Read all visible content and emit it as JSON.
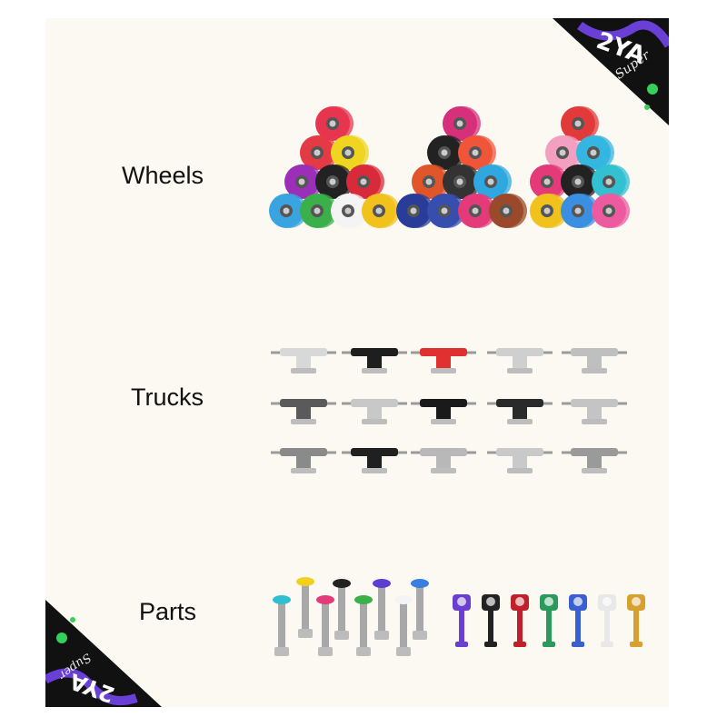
{
  "sections": {
    "wheels": {
      "label": "Wheels"
    },
    "trucks": {
      "label": "Trucks"
    },
    "parts": {
      "label": "Parts"
    }
  },
  "brand_corner": {
    "text_a": "2YA",
    "text_b": "Super"
  },
  "colors": {
    "panel_bg": "#fcf9f2",
    "corner_bg": "#111111",
    "corner_accent_purple": "#6a3fd6",
    "corner_accent_green": "#35d05a"
  },
  "wheel_colors": {
    "pyramid_1": [
      "#e8354f",
      "#e43a45",
      "#f0d520",
      "#9b2fb8",
      "#222222",
      "#d82a3a",
      "#3aa4e0",
      "#3bb04a",
      "#f4f4f4",
      "#f2c21c",
      "#e5336d"
    ],
    "pyramid_2": [
      "#d6307a",
      "#222222",
      "#f0553a",
      "#e0562a",
      "#333333",
      "#2fa8e0",
      "#2a3c9a",
      "#364fae",
      "#e53a7a",
      "#9a4a2a"
    ],
    "pyramid_3": [
      "#e23a3a",
      "#f3a0c0",
      "#33b6e0",
      "#e53a7a",
      "#222222",
      "#33c0d0",
      "#f2c21c",
      "#3a8fe0",
      "#ee5aa0"
    ]
  },
  "truck_colors": [
    "#d8d8d8",
    "#1e1e1e",
    "#e03030",
    "#cfcfcf",
    "#bfbfbf",
    "#5a5a5a",
    "#c8c8c8",
    "#1a1a1a",
    "#2a2a2a",
    "#c4c4c4",
    "#8a8a8a",
    "#202020",
    "#b8b8b8",
    "#c9c9c9",
    "#9a9a9a"
  ],
  "bolt_colors": [
    "#2fc0d0",
    "#f2d020",
    "#e53a7a",
    "#222222",
    "#3bb04a",
    "#5a3fd0",
    "#f4f4f4",
    "#3a7fe0"
  ],
  "nut_colors": [
    "#6a3fd0",
    "#222222",
    "#c0202a",
    "#2a9a5a",
    "#3a5fd0",
    "#e8e8e8",
    "#d8a030"
  ]
}
